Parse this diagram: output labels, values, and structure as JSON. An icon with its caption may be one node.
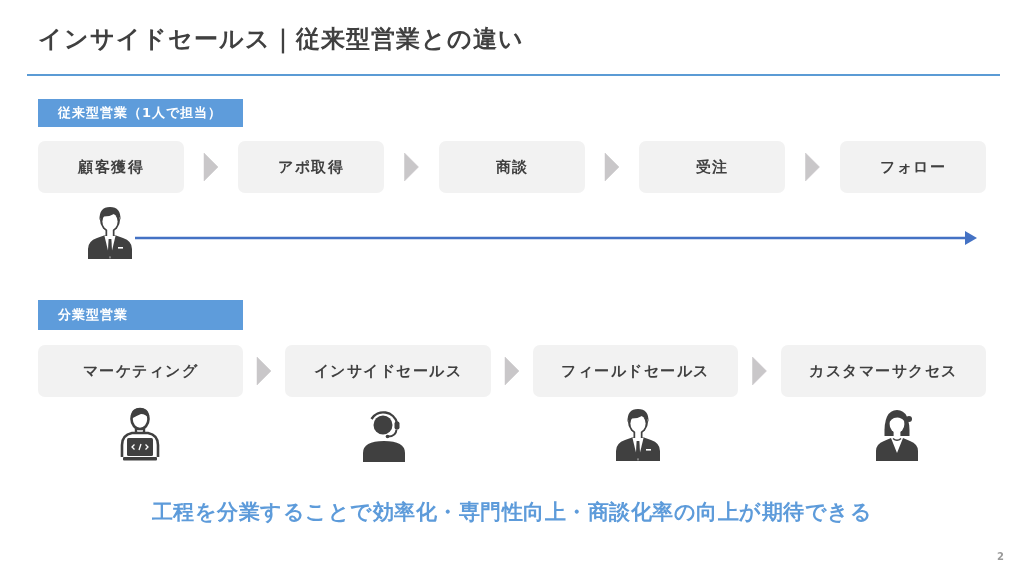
{
  "diagram": {
    "title": "インサイドセールス｜従来型営業との違い",
    "caption": "工程を分業することで効率化・専門性向上・商談化率の向上が期待できる",
    "nodes": [
      {
        "text": [
          "従来型営業（1人で担当）"
        ]
      },
      {
        "text": [
          "顧客獲得"
        ]
      },
      {
        "text": [
          "アポ取得"
        ]
      },
      {
        "text": [
          "商談"
        ]
      },
      {
        "text": [
          "受注"
        ]
      },
      {
        "text": [
          "フォロー"
        ]
      },
      {
        "text": [],
        "shape": "person"
      },
      {
        "text": [
          "分業型営業"
        ]
      },
      {
        "text": [
          "マーケティング"
        ]
      },
      {
        "text": [
          "インサイドセールス"
        ]
      },
      {
        "text": [
          "フィールドセールス"
        ]
      },
      {
        "text": [
          "カスタマーサクセス"
        ]
      }
    ],
    "edges": [
      {
        "from": 1,
        "to": 2,
        "arrow": "to"
      },
      {
        "from": 2,
        "to": 3,
        "arrow": "to"
      },
      {
        "from": 3,
        "to": 4,
        "arrow": "to"
      },
      {
        "from": 4,
        "to": 5,
        "arrow": "to"
      },
      {
        "from": 6,
        "to": null,
        "arrow": "to",
        "color": "#4472c4"
      },
      {
        "from": 8,
        "to": 9,
        "arrow": "to"
      },
      {
        "from": 9,
        "to": 10,
        "arrow": "to"
      },
      {
        "from": 10,
        "to": 11,
        "arrow": "to"
      }
    ],
    "labels": [
      "2"
    ]
  }
}
